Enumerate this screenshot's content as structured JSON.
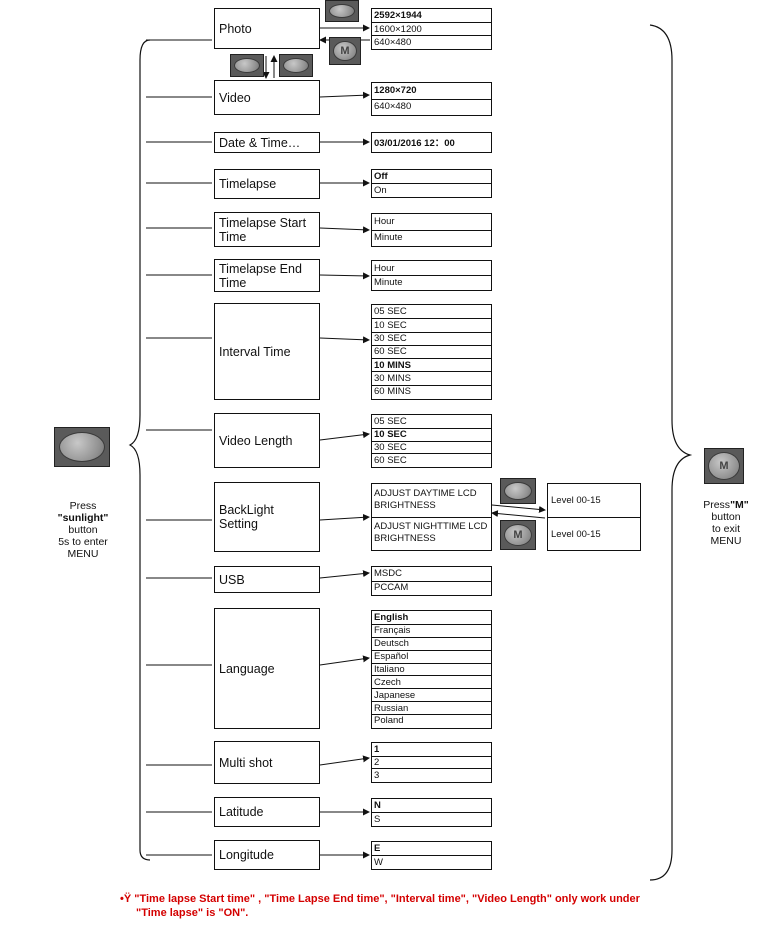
{
  "menus": [
    {
      "id": "photo",
      "label": "Photo",
      "options": [
        {
          "text": "2592×1944",
          "selected": true
        },
        {
          "text": "1600×1200"
        },
        {
          "text": "640×480"
        }
      ]
    },
    {
      "id": "video",
      "label": "Video",
      "options": [
        {
          "text": "1280×720",
          "selected": true
        },
        {
          "text": "640×480"
        }
      ]
    },
    {
      "id": "datetime",
      "label": "Date & Time…",
      "options": [
        {
          "text": "03/01/2016 12：00",
          "selected": true
        }
      ]
    },
    {
      "id": "timelapse",
      "label": "Timelapse",
      "options": [
        {
          "text": "Off",
          "selected": true
        },
        {
          "text": "On"
        }
      ]
    },
    {
      "id": "timelapse-start",
      "label": "Timelapse Start Time",
      "options": [
        {
          "text": "Hour"
        },
        {
          "text": "Minute"
        }
      ]
    },
    {
      "id": "timelapse-end",
      "label": "Timelapse End Time",
      "options": [
        {
          "text": "Hour"
        },
        {
          "text": "Minute"
        }
      ]
    },
    {
      "id": "interval",
      "label": "Interval Time",
      "options": [
        {
          "text": "05 SEC"
        },
        {
          "text": "10 SEC"
        },
        {
          "text": "30 SEC"
        },
        {
          "text": "60 SEC"
        },
        {
          "text": "10 MINS",
          "selected": true
        },
        {
          "text": "30 MINS"
        },
        {
          "text": "60 MINS"
        }
      ]
    },
    {
      "id": "video-length",
      "label": "Video Length",
      "options": [
        {
          "text": "05 SEC"
        },
        {
          "text": "10 SEC",
          "selected": true
        },
        {
          "text": "30 SEC"
        },
        {
          "text": "60 SEC"
        }
      ]
    },
    {
      "id": "backlight",
      "label": "BackLight Setting",
      "options": [
        {
          "text": "ADJUST DAYTIME LCD BRIGHTNESS"
        },
        {
          "text": "ADJUST NIGHTTIME LCD BRIGHTNESS"
        }
      ]
    },
    {
      "id": "usb",
      "label": "USB",
      "options": [
        {
          "text": "MSDC"
        },
        {
          "text": "PCCAM"
        }
      ]
    },
    {
      "id": "language",
      "label": "Language",
      "options": [
        {
          "text": "English",
          "selected": true
        },
        {
          "text": "Français"
        },
        {
          "text": "Deutsch"
        },
        {
          "text": "Español"
        },
        {
          "text": "Italiano"
        },
        {
          "text": "Czech"
        },
        {
          "text": "Japanese"
        },
        {
          "text": "Russian"
        },
        {
          "text": "Poland"
        }
      ]
    },
    {
      "id": "multishot",
      "label": "Multi shot",
      "options": [
        {
          "text": "1",
          "selected": true
        },
        {
          "text": "2"
        },
        {
          "text": "3"
        }
      ]
    },
    {
      "id": "latitude",
      "label": "Latitude",
      "options": [
        {
          "text": "N",
          "selected": true
        },
        {
          "text": "S"
        }
      ]
    },
    {
      "id": "longitude",
      "label": "Longitude",
      "options": [
        {
          "text": "E",
          "selected": true
        },
        {
          "text": "W"
        }
      ]
    }
  ],
  "backlight_levels": [
    "Level 00-15",
    "Level 00-15"
  ],
  "left_caption": {
    "line1": "Press",
    "line2": "\"sunlight\"",
    "line3": "button",
    "line4": "5s to enter",
    "line5": "MENU"
  },
  "right_caption": {
    "line1a": "Press",
    "line1b": "\"M\"",
    "line2": "button",
    "line3": "to exit",
    "line4": "MENU"
  },
  "button_m_glyph": "M",
  "note": {
    "line1": "•Ÿ \"Time lapse Start time\" , \"Time Lapse End time\", \"Interval time\", \"Video Length\" only work under",
    "line2": "\"Time lapse\" is \"ON\"."
  },
  "colors": {
    "note": "#d40000",
    "button_face": "#5a5a5a"
  }
}
